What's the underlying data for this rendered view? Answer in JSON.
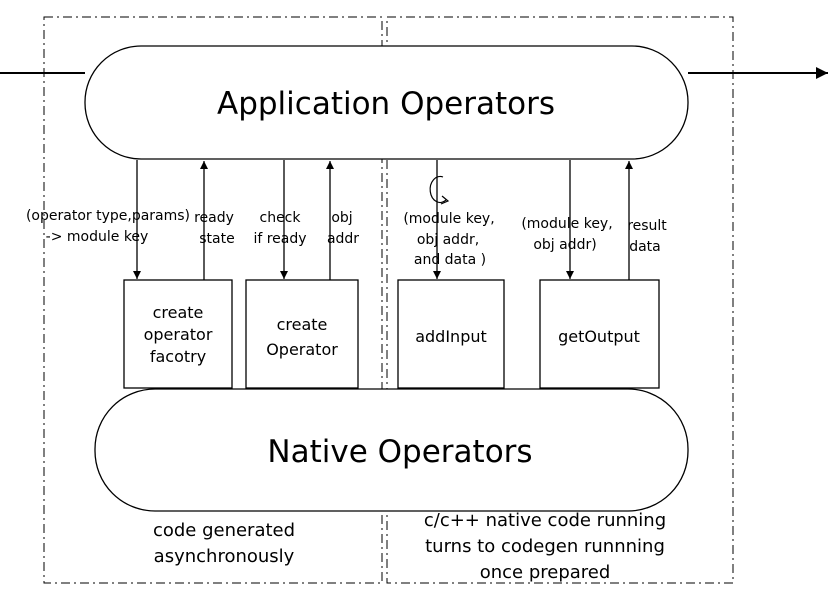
{
  "app_operators": "Application Operators",
  "native_operators": "Native Operators",
  "boxes": {
    "create_factory": [
      "create",
      "operator",
      "facotry"
    ],
    "create_operator": [
      "create",
      "Operator"
    ],
    "add_input": "addInput",
    "get_output": "getOutput"
  },
  "arrow_labels": {
    "operator_type_params": [
      "(operator type,params)",
      "-> module key"
    ],
    "ready_state": [
      "ready",
      "state"
    ],
    "check_if_ready": [
      "check",
      "if ready"
    ],
    "obj_addr": [
      "obj",
      "addr"
    ],
    "add_input_args": [
      "(module key,",
      "obj addr,",
      "and data )"
    ],
    "get_output_args": [
      "(module key,",
      "obj addr)"
    ],
    "result_data": [
      "result",
      "data"
    ]
  },
  "captions": {
    "left": [
      "code generated",
      "asynchronously"
    ],
    "right": [
      "c/c++ native code running",
      "turns to codegen runnning",
      "once prepared"
    ]
  }
}
